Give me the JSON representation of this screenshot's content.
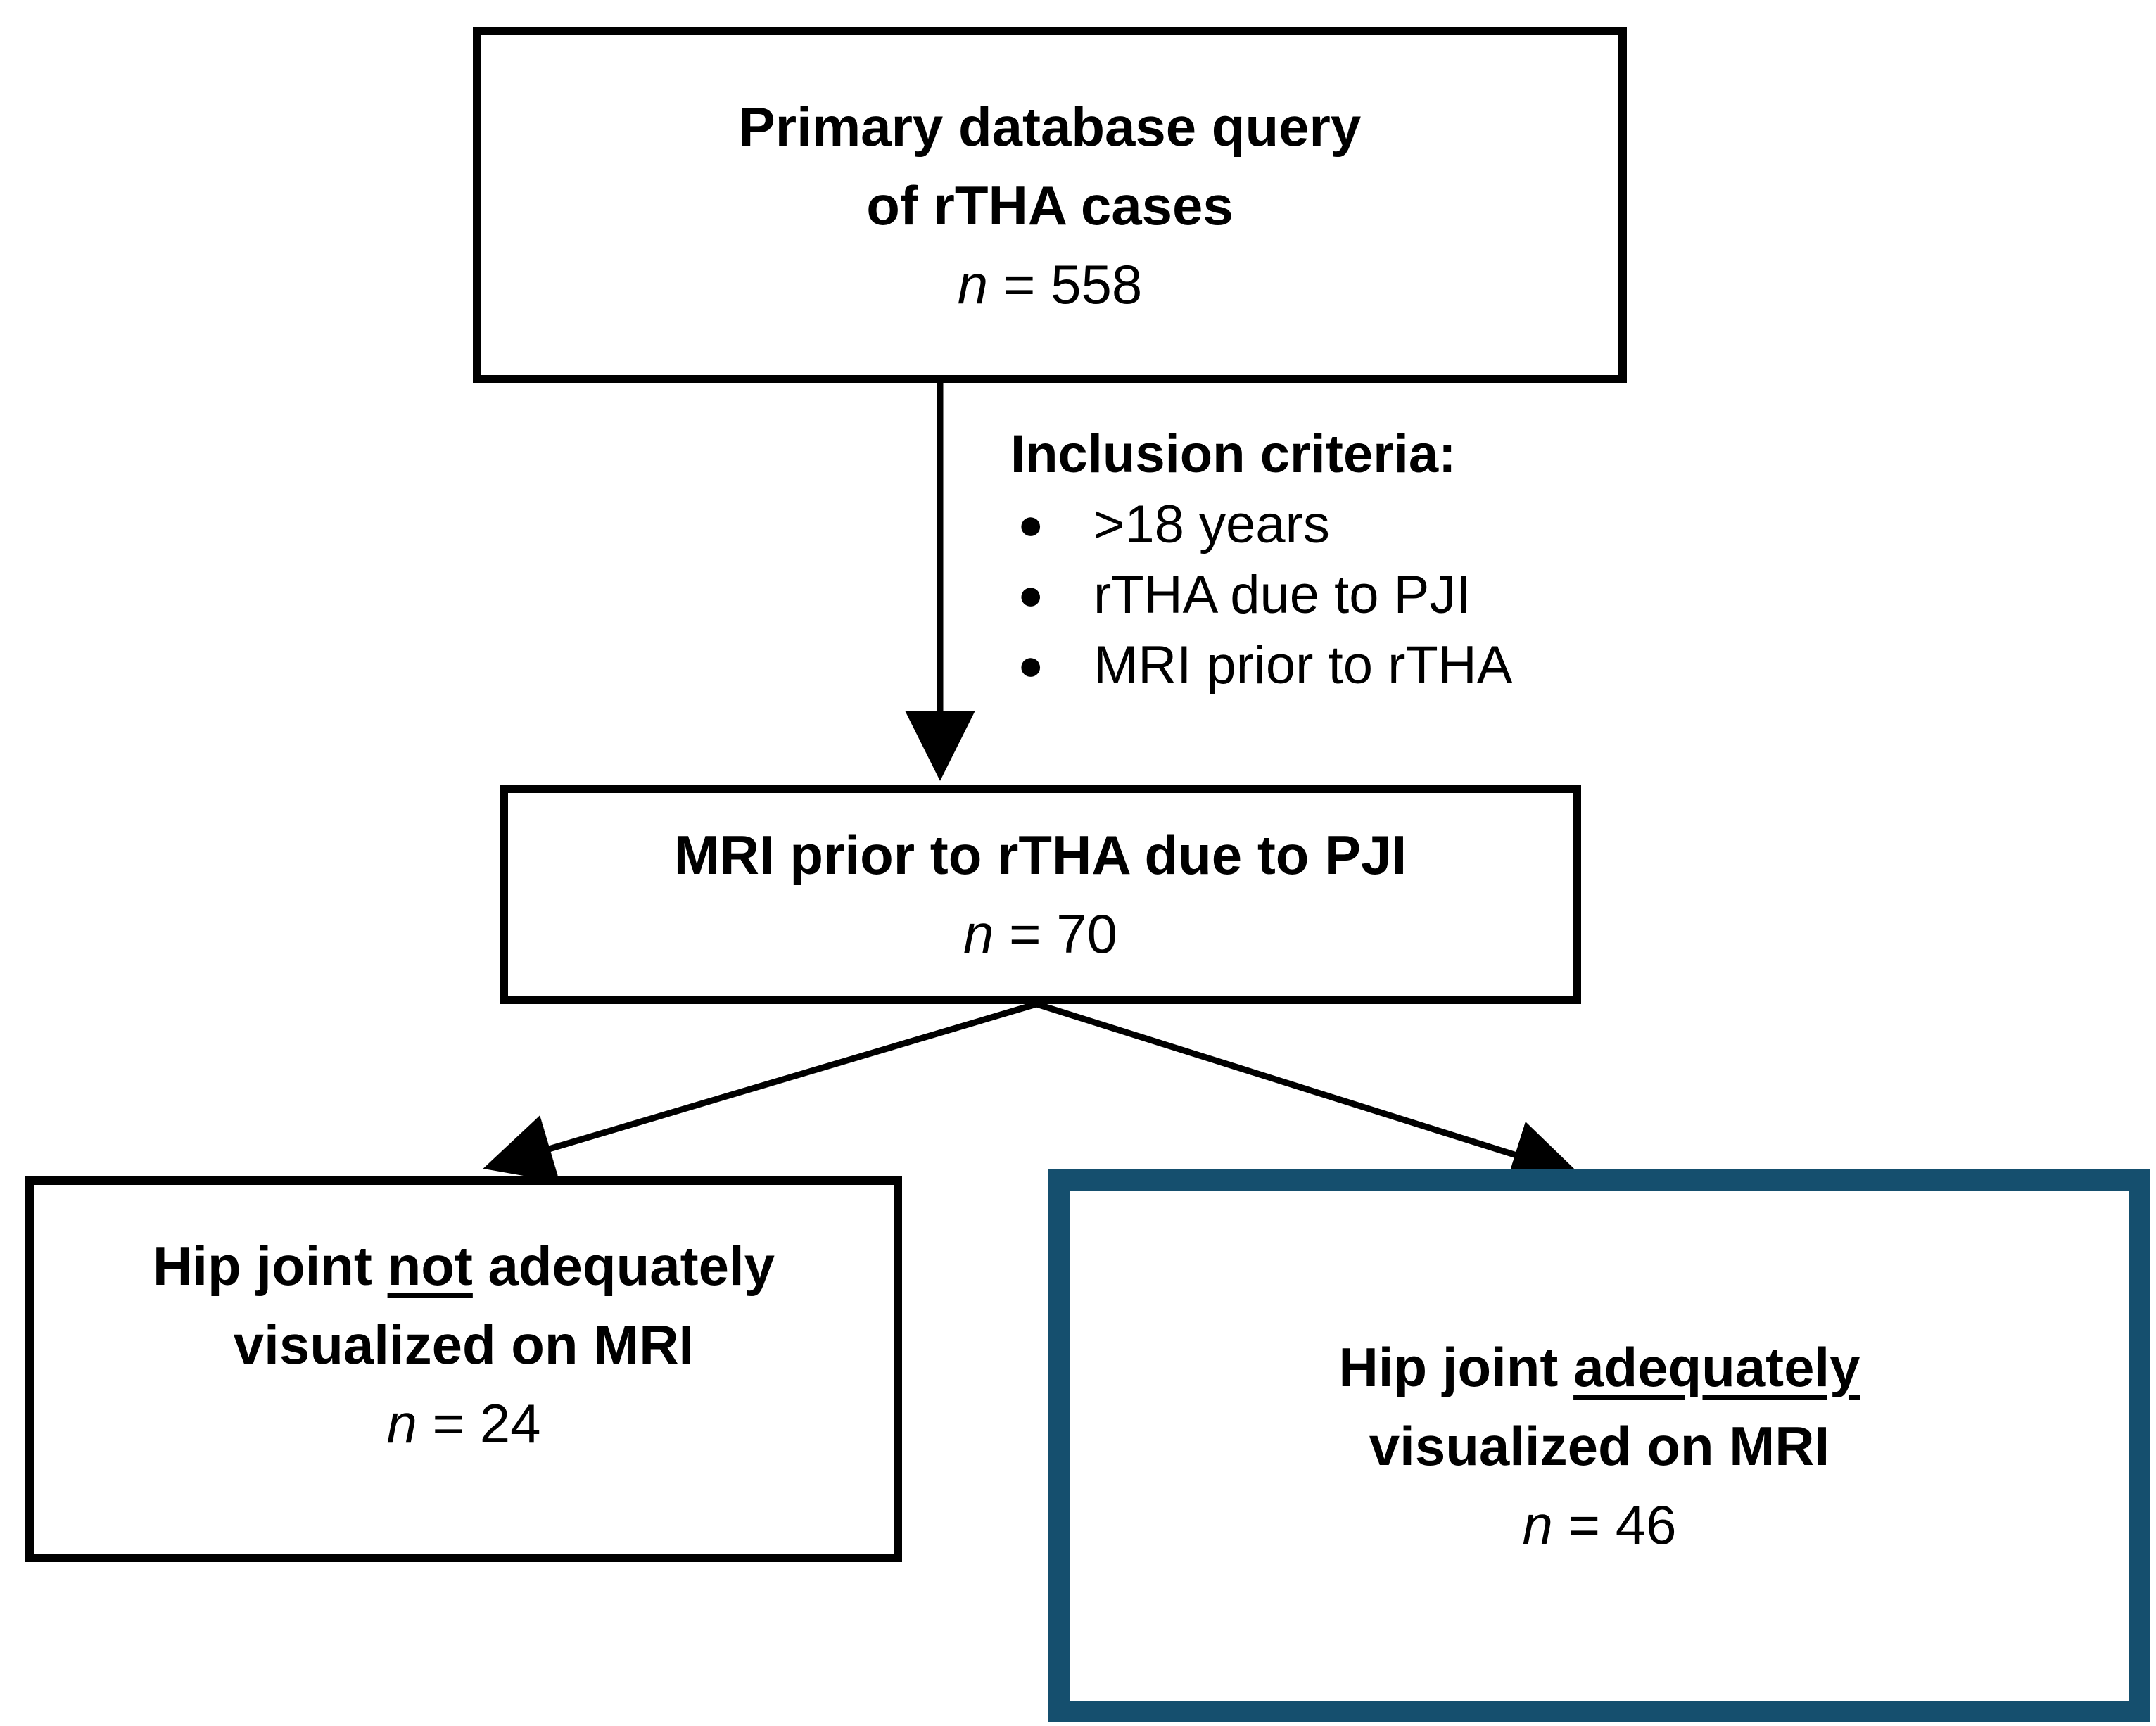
{
  "colors": {
    "background": "#ffffff",
    "box_border": "#000000",
    "highlight_border": "#154f6e",
    "text": "#000000"
  },
  "boxes": {
    "top": {
      "line1": "Primary database query",
      "line2": "of rTHA cases",
      "n_italic": "n",
      "n_rest": " = 558"
    },
    "middle": {
      "line1": "MRI prior to rTHA due to PJI",
      "n_italic": "n",
      "n_rest": " = 70"
    },
    "left": {
      "line1_prefix": "Hip joint ",
      "line1_underline": "not",
      "line1_suffix": " adequately",
      "line2": "visualized on MRI",
      "n_italic": "n",
      "n_rest": " = 24"
    },
    "right": {
      "line1_prefix": "Hip joint ",
      "line1_underline": "adequately",
      "line2": "visualized on MRI",
      "n_italic": "n",
      "n_rest": " = 46"
    }
  },
  "inclusion": {
    "heading": "Inclusion criteria:",
    "bullet": "●",
    "items": [
      ">18 years",
      "rTHA due to PJI",
      "MRI prior to rTHA"
    ]
  }
}
